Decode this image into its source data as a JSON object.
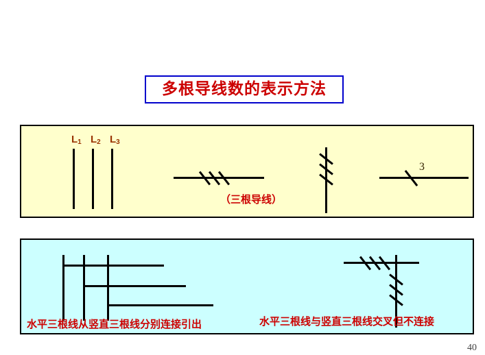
{
  "slide": {
    "title": "多根导线数的表示方法",
    "title_color": "#CC0000",
    "title_border_color": "#0000CC",
    "page_number": "40",
    "background": "#FFFFFF"
  },
  "panel_top": {
    "background": "#FFFFCC",
    "border_color": "#000000",
    "phase_labels": [
      {
        "base": "L",
        "sub": "1"
      },
      {
        "base": "L",
        "sub": "2"
      },
      {
        "base": "L",
        "sub": "3"
      }
    ],
    "phase_label_color": "#993300",
    "caption": "（三根导线）",
    "caption_color": "#CC0000",
    "count_label": "3",
    "figures": [
      {
        "name": "three-separate-vertical-conductors",
        "conductor_count": 3
      },
      {
        "name": "horizontal-line-three-slashes",
        "slash_count": 3
      },
      {
        "name": "vertical-line-three-slashes",
        "slash_count": 3
      },
      {
        "name": "horizontal-line-single-slash-numbered",
        "slash_count": 1,
        "number": "3"
      }
    ]
  },
  "panel_bottom": {
    "background": "#CCFFFF",
    "border_color": "#000000",
    "caption_left": "水平三根线从竖直三根线分别连接引出",
    "caption_right": "水平三根线与竖直三根线交叉但不连接",
    "caption_color": "#CC0000",
    "figures": [
      {
        "name": "three-verticals-three-branches-connected",
        "vertical_count": 3,
        "horizontal_count": 3
      },
      {
        "name": "crossing-three-slash-lines-not-connected",
        "horizontal_slashes": 3,
        "vertical_slashes": 3
      }
    ]
  }
}
